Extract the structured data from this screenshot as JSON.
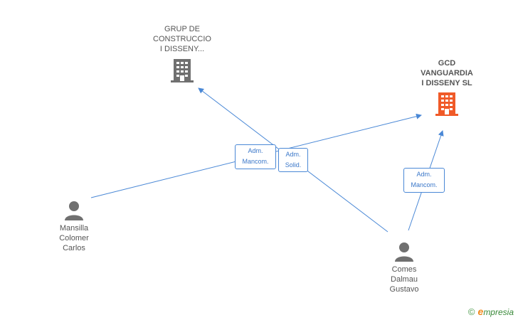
{
  "companies": [
    {
      "id": "grup",
      "label_lines": [
        "GRUP DE",
        "CONSTRUCCIO",
        "I DISSENY..."
      ],
      "color": "#707070",
      "icon": "building-icon"
    },
    {
      "id": "gcd",
      "label_lines": [
        "GCD",
        "VANGUARDIA",
        "I DISSENY SL"
      ],
      "color": "#f05a28",
      "icon": "building-icon"
    }
  ],
  "persons": [
    {
      "id": "mansilla",
      "label_lines": [
        "Mansilla",
        "Colomer",
        "Carlos"
      ],
      "color": "#707070",
      "icon": "person-icon"
    },
    {
      "id": "comes",
      "label_lines": [
        "Comes",
        "Dalmau",
        "Gustavo"
      ],
      "color": "#707070",
      "icon": "person-icon"
    }
  ],
  "edges": [
    {
      "from": "mansilla",
      "to": "gcd",
      "label_lines": [
        "Adm.",
        "Mancom."
      ]
    },
    {
      "from": "comes",
      "to": "grup",
      "label_lines": [
        "Adm.",
        "Solid."
      ]
    },
    {
      "from": "comes",
      "to": "gcd",
      "label_lines": [
        "Adm.",
        "Mancom."
      ]
    }
  ],
  "edge_color": "#4a88d6",
  "watermark": {
    "copyright": "©",
    "brand_first": "e",
    "brand_rest": "mpresia"
  }
}
